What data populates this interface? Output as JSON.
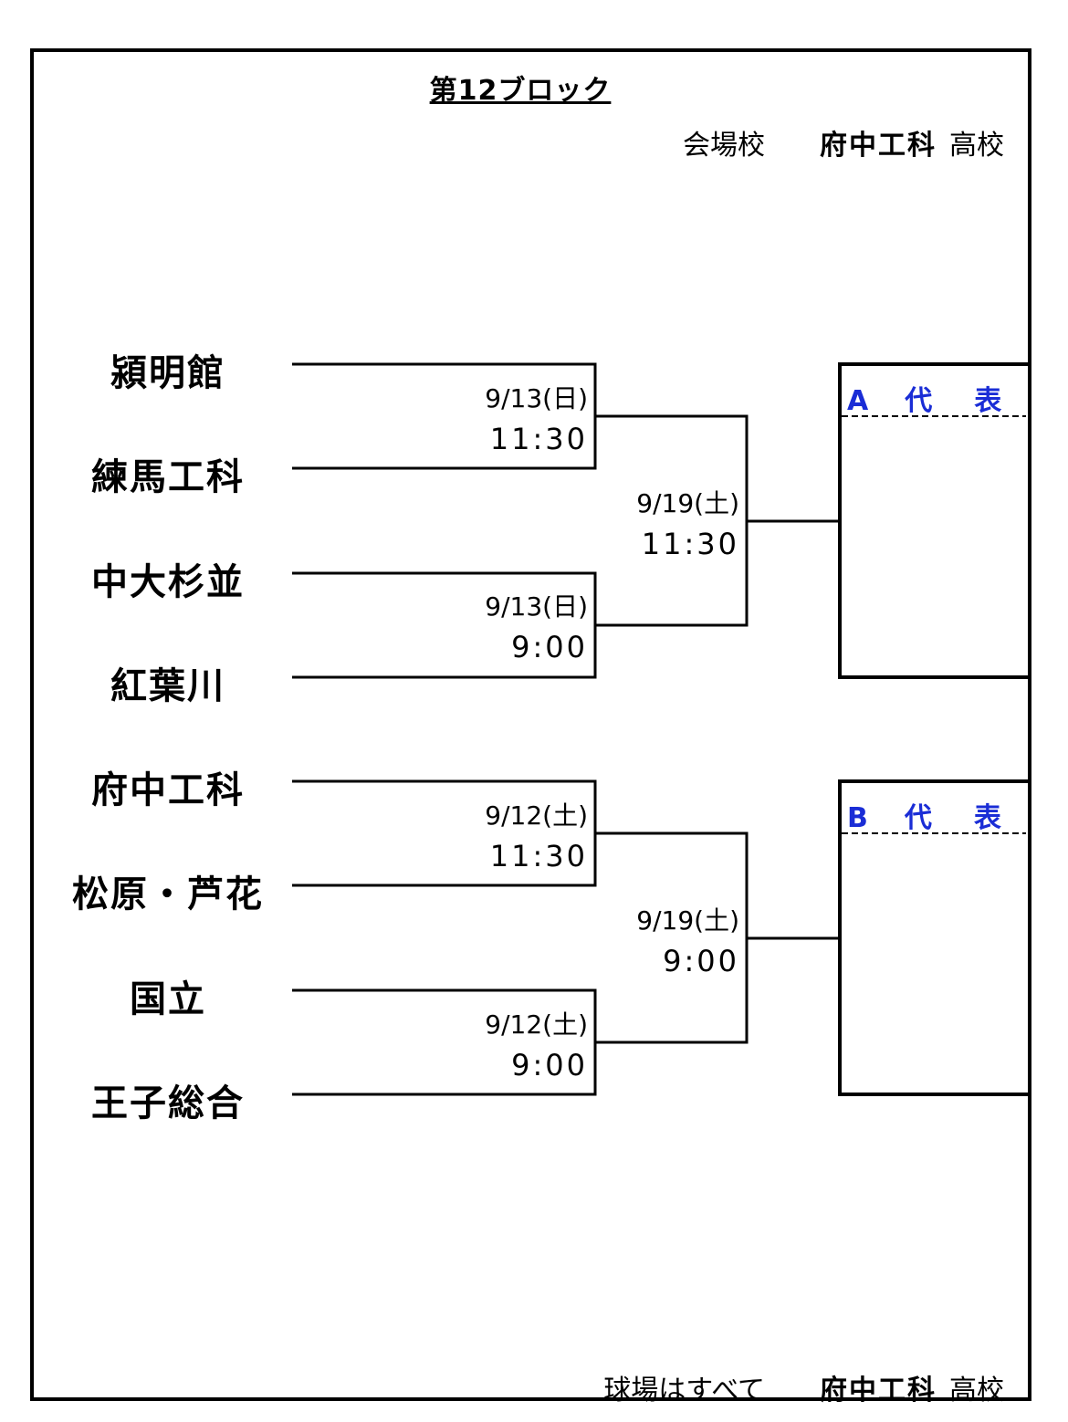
{
  "title": "第12ブロック",
  "venue": {
    "label": "会場校",
    "school": "府中工科",
    "suffix": "高校"
  },
  "footer": {
    "label": "球場はすべて",
    "school": "府中工科",
    "suffix": "高校"
  },
  "teams": [
    "潁明館",
    "練馬工科",
    "中大杉並",
    "紅葉川",
    "府中工科",
    "松原・芦花",
    "国立",
    "王子総合"
  ],
  "round1": [
    {
      "date": "9/13(日)",
      "time": "11:30"
    },
    {
      "date": "9/13(日)",
      "time": "9:00"
    },
    {
      "date": "9/12(土)",
      "time": "11:30"
    },
    {
      "date": "9/12(土)",
      "time": "9:00"
    }
  ],
  "round2": [
    {
      "date": "9/19(土)",
      "time": "11:30"
    },
    {
      "date": "9/19(土)",
      "time": "9:00"
    }
  ],
  "representatives": [
    {
      "letter": "A",
      "label": "代　表"
    },
    {
      "letter": "B",
      "label": "代　表"
    }
  ],
  "colors": {
    "representative_text": "#1a2dd6",
    "lines": "#000000"
  }
}
